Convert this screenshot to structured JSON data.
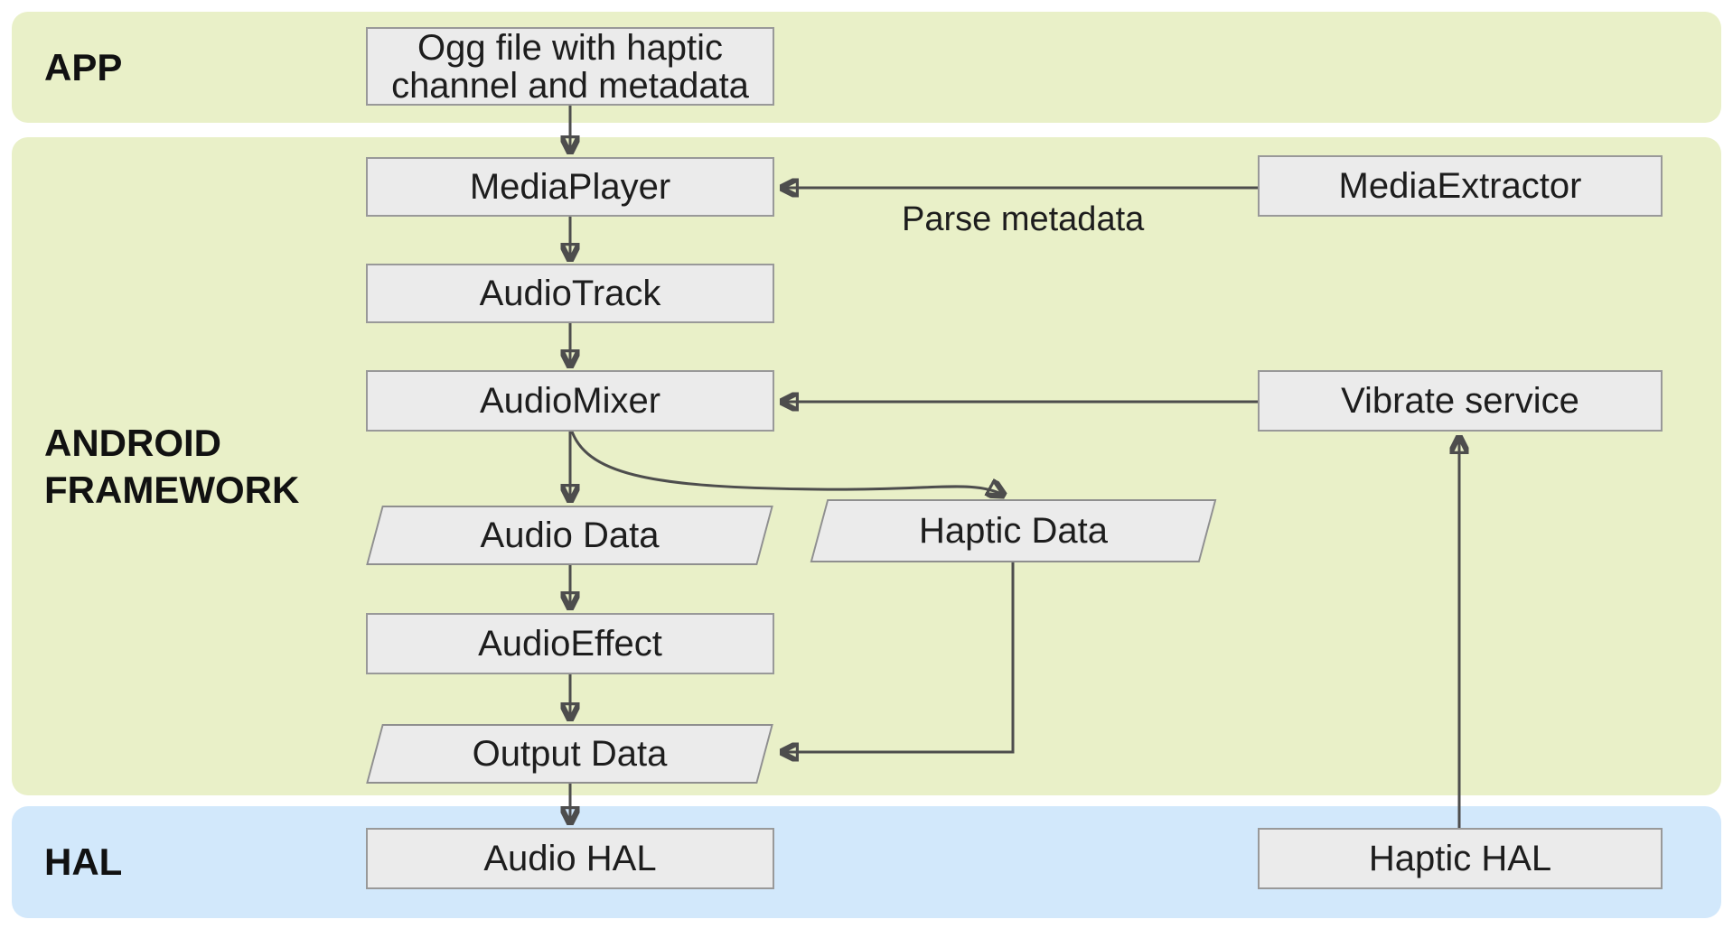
{
  "title": "Android haptics audio pipeline diagram",
  "colors": {
    "band_green": "#e9f0c8",
    "band_blue": "#d2e8fb",
    "node_fill": "#ebebeb",
    "node_border": "#999999",
    "arrow": "#4d4d4d",
    "text": "#1d1d1d"
  },
  "bands": {
    "app": {
      "label": "APP"
    },
    "framework": {
      "label": "ANDROID FRAMEWORK"
    },
    "hal": {
      "label": "HAL"
    }
  },
  "nodes": {
    "ogg": {
      "label": "Ogg file with haptic\nchannel and metadata",
      "shape": "rect"
    },
    "mediaplayer": {
      "label": "MediaPlayer",
      "shape": "rect"
    },
    "mediaextractor": {
      "label": "MediaExtractor",
      "shape": "rect"
    },
    "audiotrack": {
      "label": "AudioTrack",
      "shape": "rect"
    },
    "audiomixer": {
      "label": "AudioMixer",
      "shape": "rect"
    },
    "vibrateservice": {
      "label": "Vibrate service",
      "shape": "rect"
    },
    "audiodata": {
      "label": "Audio Data",
      "shape": "parallelogram"
    },
    "hapticdata": {
      "label": "Haptic Data",
      "shape": "parallelogram"
    },
    "audioeffect": {
      "label": "AudioEffect",
      "shape": "rect"
    },
    "outputdata": {
      "label": "Output Data",
      "shape": "parallelogram"
    },
    "audiohal": {
      "label": "Audio HAL",
      "shape": "rect"
    },
    "haptichal": {
      "label": "Haptic HAL",
      "shape": "rect"
    }
  },
  "edges": {
    "parse_metadata_label": "Parse metadata",
    "list": [
      {
        "from": "ogg",
        "to": "mediaplayer"
      },
      {
        "from": "mediaextractor",
        "to": "mediaplayer",
        "label": "Parse metadata"
      },
      {
        "from": "mediaplayer",
        "to": "audiotrack"
      },
      {
        "from": "audiotrack",
        "to": "audiomixer"
      },
      {
        "from": "vibrateservice",
        "to": "audiomixer"
      },
      {
        "from": "audiomixer",
        "to": "audiodata"
      },
      {
        "from": "audiomixer",
        "to": "hapticdata"
      },
      {
        "from": "audiodata",
        "to": "audioeffect"
      },
      {
        "from": "audioeffect",
        "to": "outputdata"
      },
      {
        "from": "hapticdata",
        "to": "outputdata"
      },
      {
        "from": "outputdata",
        "to": "audiohal"
      },
      {
        "from": "haptichal",
        "to": "vibrateservice"
      }
    ]
  }
}
